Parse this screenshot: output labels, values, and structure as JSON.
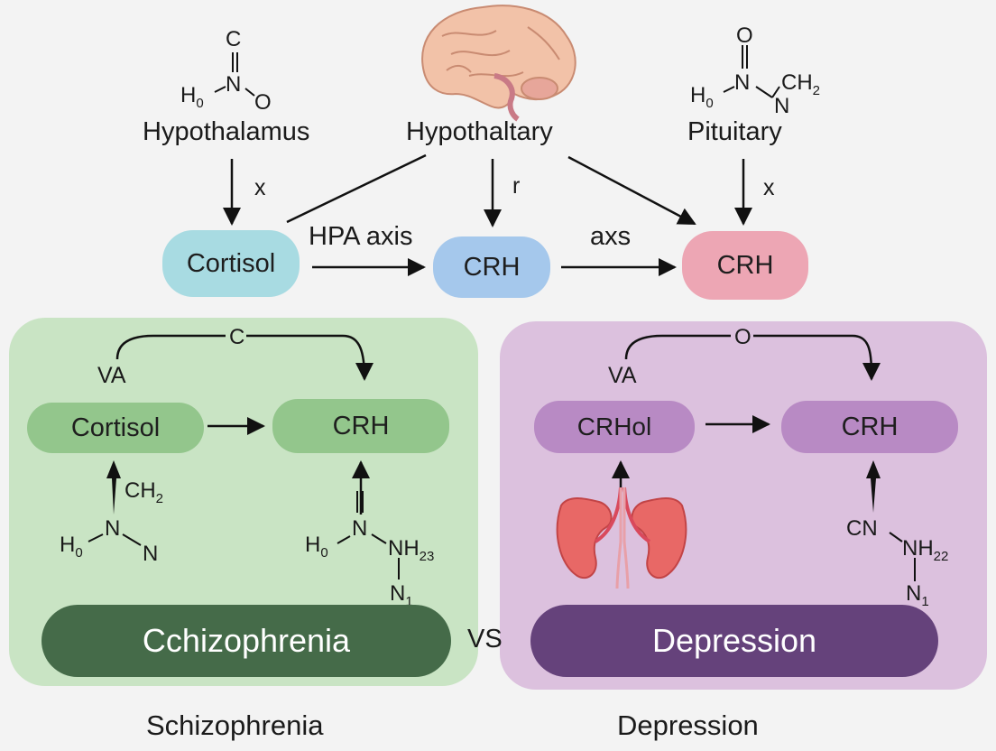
{
  "top": {
    "hypothalamus_label": "Hypothalamus",
    "hypothaltary_label": "Hypothaltary",
    "pituitary_label": "Pituitary",
    "arrow_left_label": "x",
    "arrow_mid_label": "r",
    "arrow_right_label": "x",
    "hpa_axis_label": "HPA axis",
    "axs_label": "axs",
    "cortisol": "Cortisol",
    "crh_blue": "CRH",
    "crh_pink": "CRH",
    "chem_left": {
      "top": "C",
      "eq": "=",
      "n": "N",
      "h": "H",
      "h_sub": "0",
      "o": "O"
    },
    "chem_right": {
      "o": "O",
      "eq": "=",
      "n": "N",
      "h": "H",
      "h_sub": "0",
      "ch": "CH",
      "ch_sub": "2",
      "n2": "N"
    }
  },
  "left_panel": {
    "loop_label": "C",
    "va_label": "VA",
    "cortisol": "Cortisol",
    "crh": "CRH",
    "chem_a": {
      "ch": "CH",
      "ch_sub": "2",
      "h": "H",
      "h_sub": "0",
      "n": "N",
      "n2": "N"
    },
    "chem_b": {
      "eq": "=",
      "h": "H",
      "h_sub": "0",
      "n": "N",
      "nh": "NH",
      "nh_sub": "23",
      "n1": "N",
      "n1_sub": "1"
    },
    "banner": "Cchizophrenia"
  },
  "vs_label": "VS",
  "right_panel": {
    "loop_label": "O",
    "va_label": "VA",
    "crhol": "CRHol",
    "crh": "CRH",
    "chem_c": {
      "cn": "CN",
      "nh": "NH",
      "nh_sub": "22",
      "n1": "N",
      "n1_sub": "1"
    },
    "banner": "Depression"
  },
  "bottom": {
    "left_title": "Schizophrenia",
    "right_title": "Depression"
  },
  "colors": {
    "green_panel": "#c9e4c4",
    "purple_panel": "#dcc1de",
    "cortisol_top": "#a8dbe2",
    "crh_blue": "#a5c8ec",
    "crh_pink": "#eda6b4",
    "green_pill": "#93c68c",
    "purple_pill": "#b88ac4",
    "green_banner": "#456b49",
    "purple_banner": "#65427b"
  },
  "icons": [
    "brain-icon",
    "kidneys-icon"
  ]
}
